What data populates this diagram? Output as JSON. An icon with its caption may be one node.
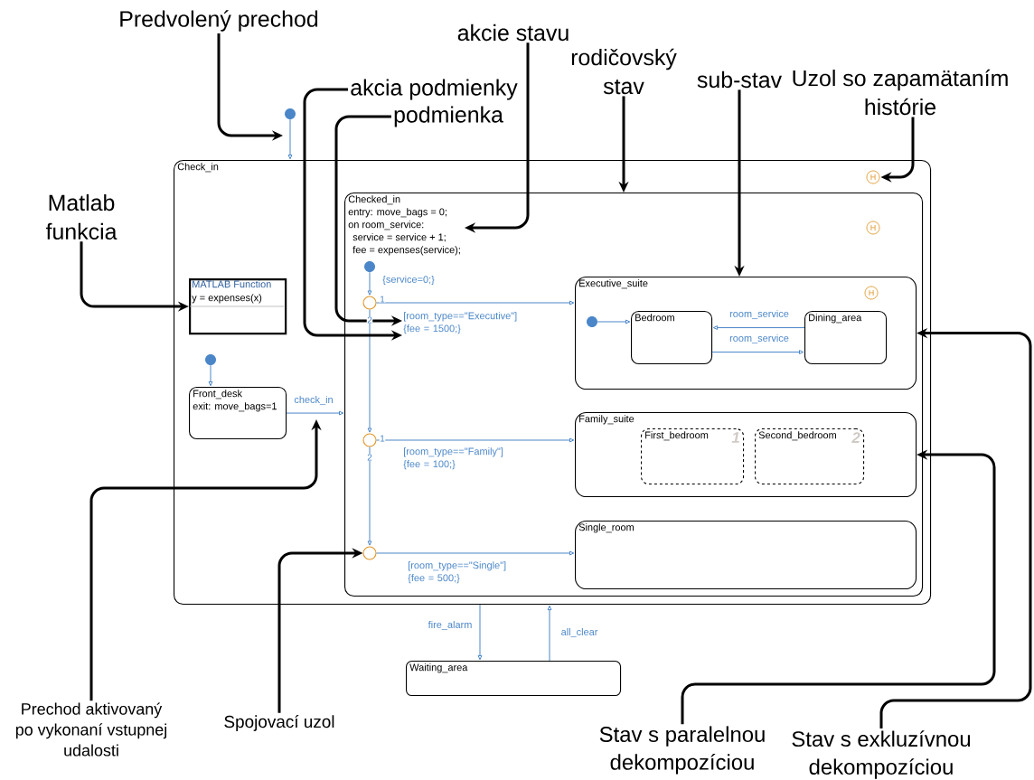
{
  "diagram": {
    "nodes": [
      {
        "text": [
          "Check_in"
        ]
      },
      {
        "text": [
          "H"
        ],
        "in": 0
      },
      {
        "text": [
          "MATLAB Function",
          "y = expenses(x)"
        ],
        "in": 0
      },
      {
        "text": [],
        "shape": "circle",
        "in": 0
      },
      {
        "text": [
          "Front_desk",
          "exit: move_bags=1"
        ],
        "in": 0
      },
      {
        "text": [
          "Checked_in",
          "entry: move_bags = 0;",
          "on room_service:",
          "service = service + 1;",
          "fee = expenses(service);"
        ],
        "in": 0
      },
      {
        "text": [
          "H"
        ],
        "in": 5
      },
      {
        "text": [],
        "shape": "circle",
        "in": 5
      },
      {
        "text": [],
        "shape": "circle",
        "in": 5
      },
      {
        "text": [],
        "shape": "circle",
        "in": 5
      },
      {
        "text": [],
        "shape": "circle",
        "in": 5
      },
      {
        "text": [
          "Executive_suite"
        ],
        "in": 5
      },
      {
        "text": [
          "H"
        ],
        "in": 11
      },
      {
        "text": [],
        "shape": "circle",
        "in": 11
      },
      {
        "text": [
          "Bedroom"
        ],
        "in": 11
      },
      {
        "text": [
          "Dining_area"
        ],
        "in": 11
      },
      {
        "text": [
          "Family_suite"
        ],
        "in": 5
      },
      {
        "text": [
          "First_bedroom",
          "1"
        ],
        "in": 16
      },
      {
        "text": [
          "Second_bedroom",
          "2"
        ],
        "in": 16
      },
      {
        "text": [
          "Single_room"
        ],
        "in": 5
      },
      {
        "text": [
          "Waiting_area"
        ]
      },
      {
        "text": [],
        "shape": "circle"
      },
      {
        "text": [
          "Predvolený prechod"
        ]
      },
      {
        "text": [
          "akcie stavu"
        ]
      },
      {
        "text": [
          "akcia podmienky"
        ]
      },
      {
        "text": [
          "podmienka"
        ]
      },
      {
        "text": [
          "rodičovský stav"
        ]
      },
      {
        "text": [
          "sub-stav"
        ]
      },
      {
        "text": [
          "Uzol so zapamätaním histórie"
        ]
      },
      {
        "text": [
          "Matlab funkcia"
        ]
      },
      {
        "text": [
          "Prechod aktivovaný po vykonaní vstupnej udalosti"
        ]
      },
      {
        "text": [
          "Spojovací uzol"
        ]
      },
      {
        "text": [
          "Stav s paralelnou dekompozíciou"
        ]
      },
      {
        "text": [
          "Stav s exkluzívnou dekompozíciou"
        ]
      }
    ],
    "edges": [
      {
        "from": 21,
        "to": 0,
        "arrow": "to"
      },
      {
        "from": 3,
        "to": 4,
        "arrow": "to"
      },
      {
        "from": 4,
        "to": 5,
        "arrow": "to",
        "label": "check_in"
      },
      {
        "from": 7,
        "to": 8,
        "arrow": "to",
        "label": "{service=0;}"
      },
      {
        "from": 8,
        "to": 11,
        "arrow": "to",
        "label": "[room_type==\"Executive\"] {fee = 1500;}"
      },
      {
        "from": 8,
        "to": 9,
        "arrow": "to"
      },
      {
        "from": 9,
        "to": 16,
        "arrow": "to",
        "label": "[room_type==\"Family\"] {fee = 100;}"
      },
      {
        "from": 9,
        "to": 10,
        "arrow": "to"
      },
      {
        "from": 10,
        "to": 19,
        "arrow": "to",
        "label": "[room_type==\"Single\"] {fee = 500;}"
      },
      {
        "from": 13,
        "to": 14,
        "arrow": "to"
      },
      {
        "from": 15,
        "to": 14,
        "arrow": "to",
        "label": "room_service"
      },
      {
        "from": 14,
        "to": 15,
        "arrow": "to",
        "label": "room_service"
      },
      {
        "from": 0,
        "to": 20,
        "arrow": "to",
        "label": "fire_alarm"
      },
      {
        "from": 20,
        "to": 0,
        "arrow": "to",
        "label": "all_clear"
      },
      {
        "from": 22,
        "to": null,
        "arrow": "to",
        "style": "thick",
        "color": "#000000"
      },
      {
        "from": 23,
        "to": 5,
        "arrow": "to",
        "style": "thick",
        "color": "#000000"
      },
      {
        "from": 24,
        "to": null,
        "arrow": "to",
        "style": "thick",
        "color": "#000000"
      },
      {
        "from": 25,
        "to": null,
        "arrow": "to",
        "style": "thick",
        "color": "#000000"
      },
      {
        "from": 26,
        "to": 5,
        "arrow": "to",
        "style": "thick",
        "color": "#000000"
      },
      {
        "from": 27,
        "to": 11,
        "arrow": "to",
        "style": "thick",
        "color": "#000000"
      },
      {
        "from": 28,
        "to": 1,
        "arrow": "to",
        "style": "thick",
        "color": "#000000"
      },
      {
        "from": 29,
        "to": 2,
        "arrow": "to",
        "style": "thick",
        "color": "#000000"
      },
      {
        "from": 30,
        "to": null,
        "arrow": "to",
        "style": "thick",
        "color": "#000000"
      },
      {
        "from": 31,
        "to": 10,
        "arrow": "to",
        "style": "thick",
        "color": "#000000"
      },
      {
        "from": 32,
        "to": 16,
        "arrow": "to",
        "style": "thick",
        "color": "#000000"
      },
      {
        "from": 33,
        "to": 11,
        "arrow": "to",
        "style": "thick",
        "color": "#000000"
      }
    ],
    "labels": [
      "1",
      "2",
      "1",
      "2"
    ]
  }
}
